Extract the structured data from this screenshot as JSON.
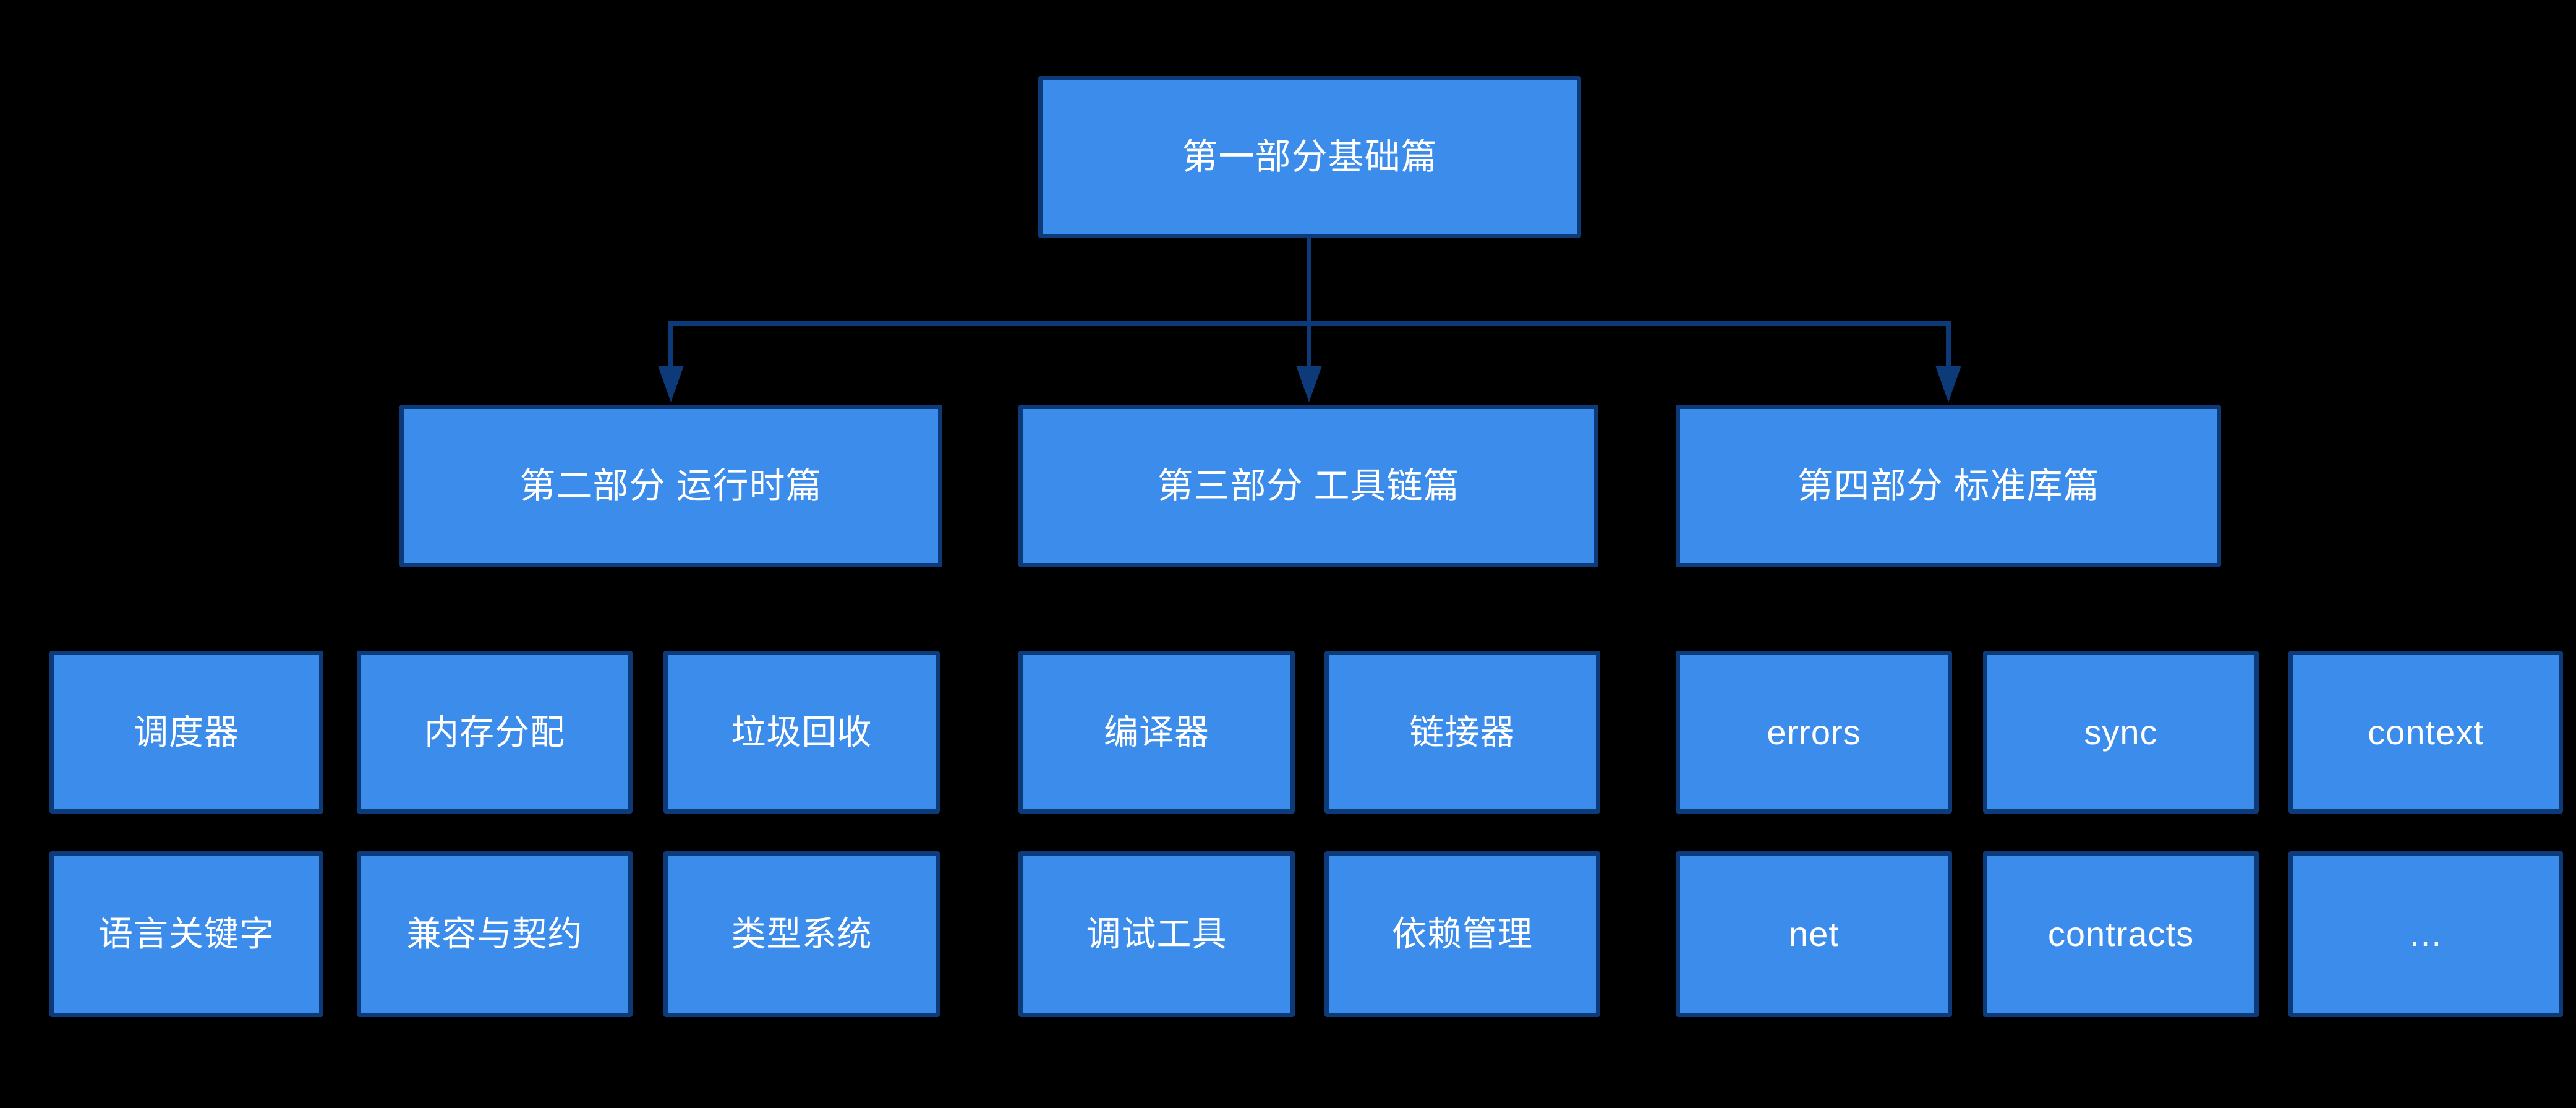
{
  "colors": {
    "background": "#000000",
    "node_fill": "#3c8ceb",
    "node_border": "#0d3b7a",
    "connector": "#0d3b7a",
    "text": "#ffffff"
  },
  "root": {
    "label": "第一部分基础篇"
  },
  "branches": [
    {
      "label": "第二部分 运行时篇",
      "children_row1": [
        "调度器",
        "内存分配",
        "垃圾回收"
      ],
      "children_row2": [
        "语言关键字",
        "兼容与契约",
        "类型系统"
      ]
    },
    {
      "label": "第三部分 工具链篇",
      "children_row1": [
        "编译器",
        "链接器"
      ],
      "children_row2": [
        "调试工具",
        "依赖管理"
      ]
    },
    {
      "label": "第四部分 标准库篇",
      "children_row1": [
        "errors",
        "sync",
        "context"
      ],
      "children_row2": [
        "net",
        "contracts",
        "…"
      ]
    }
  ]
}
